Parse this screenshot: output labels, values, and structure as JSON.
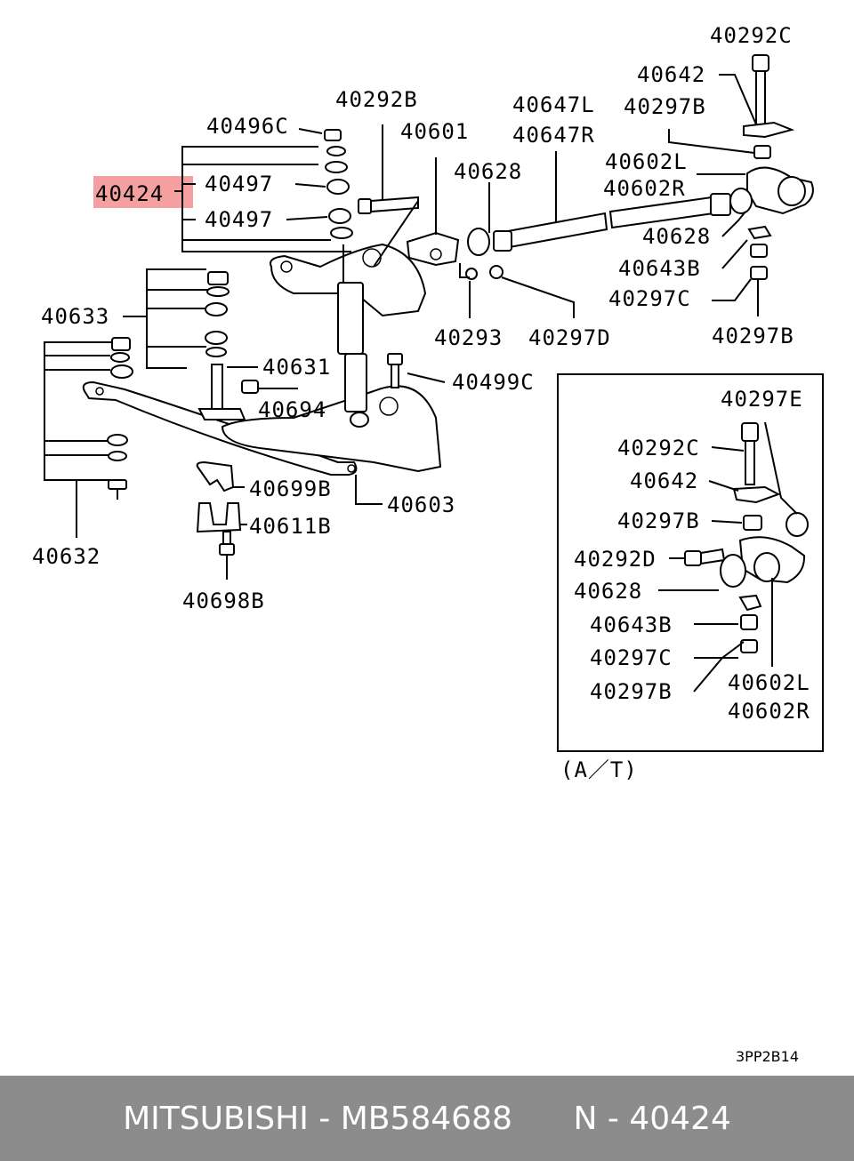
{
  "diagram": {
    "labels": {
      "l40292C_top": "40292C",
      "l40642_top": "40642",
      "l40297B_top": "40297B",
      "l40292B": "40292B",
      "l40647L": "40647L",
      "l40647R": "40647R",
      "l40496C": "40496C",
      "l40601": "40601",
      "l40628_top": "40628",
      "l40602L_top": "40602L",
      "l40602R_top": "40602R",
      "l40424": "40424",
      "l40497_a": "40497",
      "l40497_b": "40497",
      "l40628_mid": "40628",
      "l40643B_top": "40643B",
      "l40297C_top": "40297C",
      "l40633": "40633",
      "l40293": "40293",
      "l40297D": "40297D",
      "l40297B_right": "40297B",
      "l40631": "40631",
      "l40499C": "40499C",
      "l40694": "40694",
      "l40699B": "40699B",
      "l40603": "40603",
      "l40611B": "40611B",
      "l40632": "40632",
      "l40698B": "40698B",
      "box_40297E": "40297E",
      "box_40292C": "40292C",
      "box_40642": "40642",
      "box_40297B_a": "40297B",
      "box_40292D": "40292D",
      "box_40628": "40628",
      "box_40643B": "40643B",
      "box_40297C": "40297C",
      "box_40297B_b": "40297B",
      "box_40602L": "40602L",
      "box_40602R": "40602R"
    },
    "inset_caption": "(A／T)",
    "drawing_code": "3PP2B14",
    "highlight_color": "#f08080"
  },
  "footer": {
    "text": "MITSUBISHI - MB584688      N - 40424"
  }
}
